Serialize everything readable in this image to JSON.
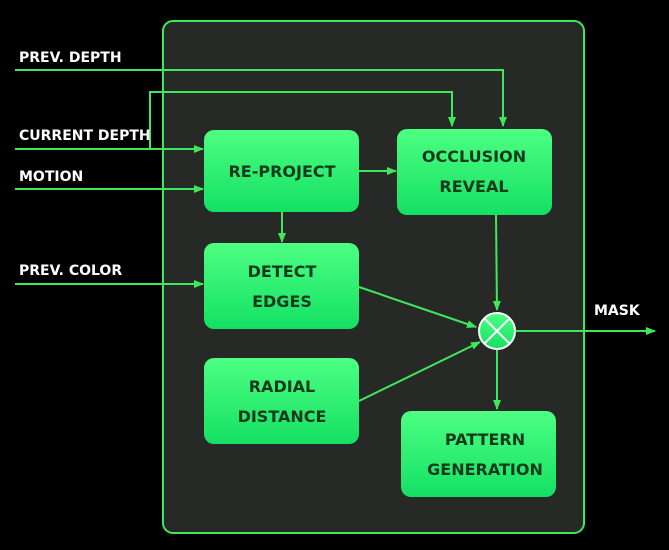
{
  "inputs": {
    "prev_depth": "PREV. DEPTH",
    "current_depth": "CURRENT DEPTH",
    "motion": "MOTION",
    "prev_color": "PREV. COLOR"
  },
  "output": {
    "mask": "MASK"
  },
  "blocks": {
    "reproject": {
      "line1": "RE-PROJECT"
    },
    "occlusion": {
      "line1": "OCCLUSION",
      "line2": "REVEAL"
    },
    "detect": {
      "line1": "DETECT",
      "line2": "EDGES"
    },
    "radial": {
      "line1": "RADIAL",
      "line2": "DISTANCE"
    },
    "pattern": {
      "line1": "PATTERN",
      "line2": "GENERATION"
    }
  },
  "colors": {
    "line": "#3ee85a",
    "block_top": "#4dff82",
    "block_bottom": "#14e063",
    "container_bg": "#262926",
    "text_dark": "#113a1c"
  }
}
